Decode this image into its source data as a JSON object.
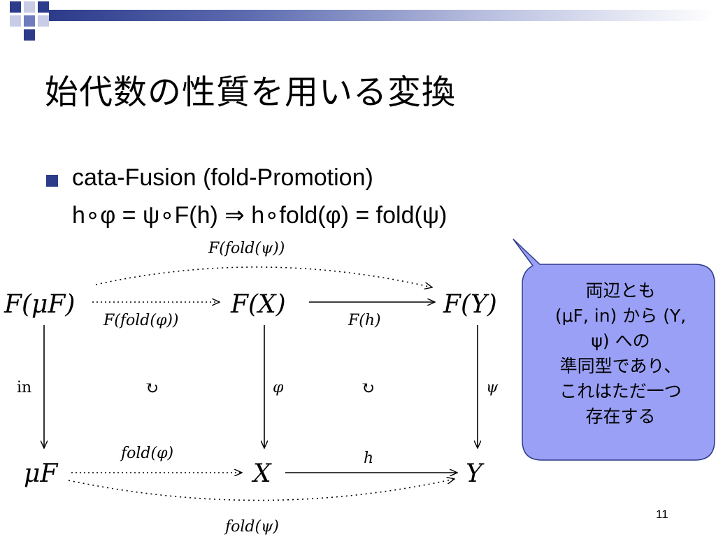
{
  "slide": {
    "title": "始代数の性質を用いる変換",
    "page_number": "11"
  },
  "bullet": {
    "line1": "cata-Fusion (fold-Promotion)",
    "line2": "h∘φ = ψ∘F(h)  ⇒  h∘fold(φ) = fold(ψ)"
  },
  "diagram": {
    "nodes": {
      "f_mu_f": "F(μF)",
      "f_x": "F(X)",
      "f_y": "F(Y)",
      "mu_f": "μF",
      "x": "X",
      "y": "Y"
    },
    "edges": {
      "f_fold_psi": "F(fold(ψ))",
      "f_fold_phi": "F(fold(φ))",
      "f_h": "F(h)",
      "in": "in",
      "phi": "φ",
      "psi": "ψ",
      "fold_phi": "fold(φ)",
      "h": "h",
      "fold_psi": "fold(ψ)"
    },
    "commute_symbol": "↻"
  },
  "callout": {
    "lines": [
      "両辺とも",
      "(μF, in) から (Y,",
      "ψ) への",
      "準同型であり、",
      "これはただ一つ",
      "存在する"
    ],
    "fill": "#9aa0f5",
    "stroke": "#2c3b8a"
  },
  "theme": {
    "accent": "#2c3b8a"
  }
}
